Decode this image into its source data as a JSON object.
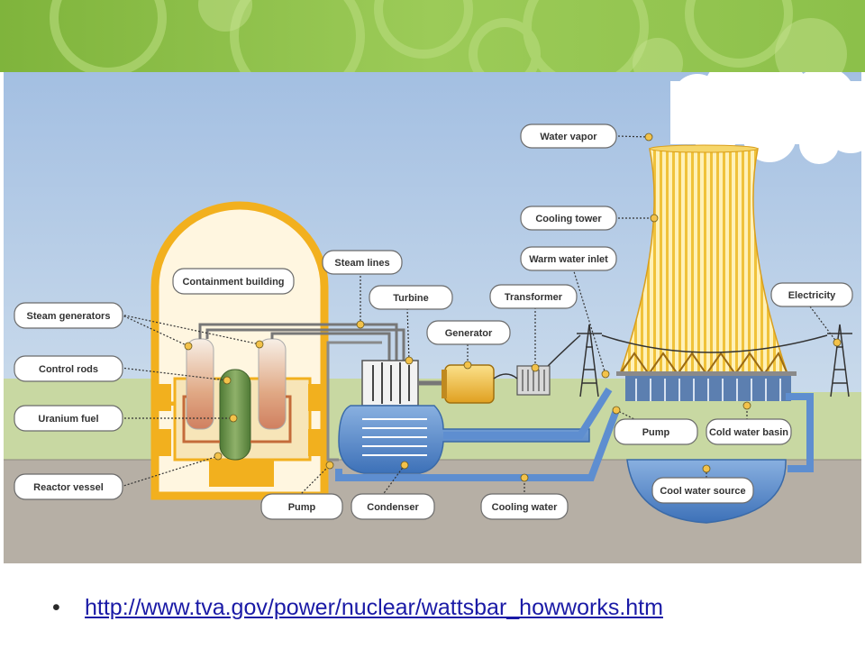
{
  "labels": {
    "water_vapor": "Water vapor",
    "cooling_tower": "Cooling tower",
    "warm_water_inlet": "Warm water inlet",
    "steam_lines": "Steam lines",
    "containment_building": "Containment building",
    "turbine": "Turbine",
    "transformer": "Transformer",
    "electricity": "Electricity",
    "generator": "Generator",
    "steam_generators": "Steam generators",
    "control_rods": "Control rods",
    "uranium_fuel": "Uranium fuel",
    "reactor_vessel": "Reactor vessel",
    "pump_left": "Pump",
    "condenser": "Condenser",
    "cooling_water": "Cooling water",
    "pump_right": "Pump",
    "cold_water_basin": "Cold water basin",
    "cool_water_source": "Cool water source"
  },
  "caption": {
    "bullet": "•",
    "url": "http://www.tva.gov/power/nuclear/wattsbar_howworks.htm"
  },
  "colors": {
    "banner_green": "#8fc04a",
    "sky_top": "#a9c4e4",
    "ground_green": "#c9d9a4",
    "earth": "#b8b1a7",
    "containment": "#f2b01e",
    "water": "#5b8fd0",
    "tower": "#f0c848"
  }
}
